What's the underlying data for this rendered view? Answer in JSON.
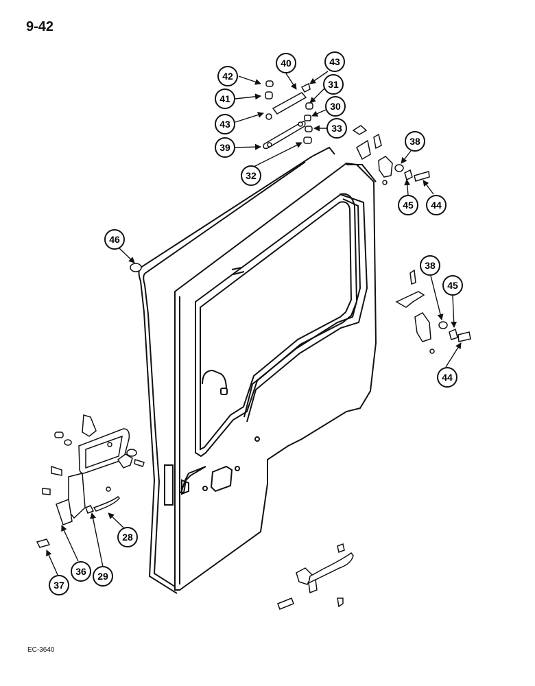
{
  "page": {
    "number": "9-42",
    "figure_code": "EC-3640"
  },
  "callouts": [
    {
      "id": "c42a",
      "label": "42"
    },
    {
      "id": "c40",
      "label": "40"
    },
    {
      "id": "c43a",
      "label": "43"
    },
    {
      "id": "c41",
      "label": "41"
    },
    {
      "id": "c31",
      "label": "31"
    },
    {
      "id": "c43b",
      "label": "43"
    },
    {
      "id": "c30",
      "label": "30"
    },
    {
      "id": "c33",
      "label": "33"
    },
    {
      "id": "c39",
      "label": "39"
    },
    {
      "id": "c32",
      "label": "32"
    },
    {
      "id": "c38a",
      "label": "38"
    },
    {
      "id": "c45a",
      "label": "45"
    },
    {
      "id": "c44a",
      "label": "44"
    },
    {
      "id": "c46",
      "label": "46"
    },
    {
      "id": "c38b",
      "label": "38"
    },
    {
      "id": "c45b",
      "label": "45"
    },
    {
      "id": "c44b",
      "label": "44"
    },
    {
      "id": "c28",
      "label": "28"
    },
    {
      "id": "c29",
      "label": "29"
    },
    {
      "id": "c36",
      "label": "36"
    },
    {
      "id": "c37",
      "label": "37"
    }
  ]
}
